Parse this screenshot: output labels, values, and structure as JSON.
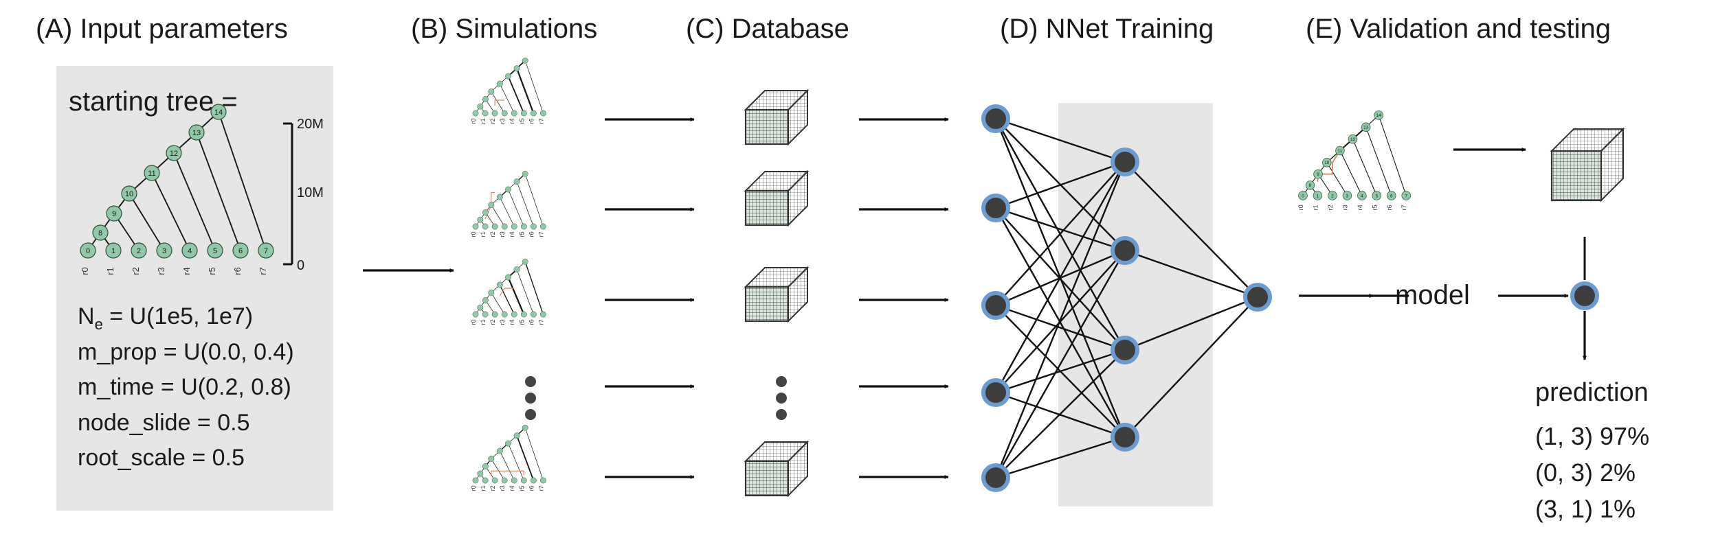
{
  "titles": {
    "a": "(A) Input parameters",
    "b": "(B) Simulations",
    "c": "(C) Database",
    "d": "(D) NNet Training",
    "e": "(E) Validation and testing"
  },
  "params": {
    "starting_tree": "starting tree =",
    "ne_prefix": "N",
    "ne_sub": "e",
    "ne_suffix": " = U(1e5, 1e7)",
    "m_prop": "m_prop = U(0.0, 0.4)",
    "m_time": "m_time = U(0.2, 0.8)",
    "node_slide": "node_slide = 0.5",
    "root_scale": "root_scale = 0.5"
  },
  "scale_bar": {
    "top": "20M",
    "mid": "10M",
    "bottom": "0"
  },
  "tree": {
    "tip_nodes": [
      "0",
      "1",
      "2",
      "3",
      "4",
      "5",
      "6",
      "7"
    ],
    "internal_nodes": [
      "8",
      "9",
      "10",
      "11",
      "12",
      "13",
      "14"
    ],
    "tip_labels": [
      "r0",
      "r1",
      "r2",
      "r3",
      "r4",
      "r5",
      "r6",
      "r7"
    ]
  },
  "model_label": "model",
  "prediction": {
    "title": "prediction",
    "results": [
      "(1, 3) 97%",
      "(0, 3) 2%",
      "(3, 1) 1%"
    ]
  },
  "colors": {
    "node_fill": "#8fc9a8",
    "migration": "#d9845a",
    "nn_node": "#3d3d3d",
    "nn_ring": "#6a9bd1",
    "box_gray": "#e6e6e6"
  }
}
